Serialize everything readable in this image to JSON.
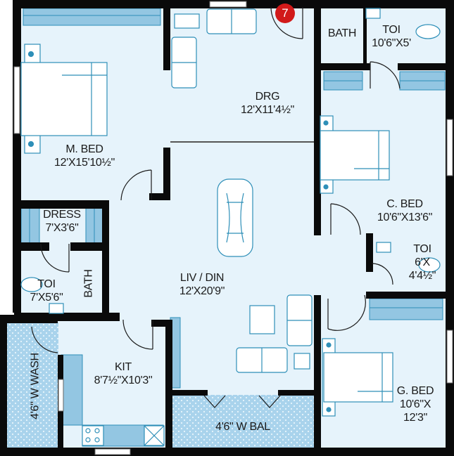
{
  "plan": {
    "unit_badge": "7",
    "colors": {
      "floor": "#e6f3fb",
      "wall": "#0a0a0a",
      "furniture_stroke": "#2e8fb8",
      "wardrobe": "#93c6e2",
      "balcony": "#a9d3ec",
      "badge": "#d11a1a"
    },
    "rooms": [
      {
        "name": "M. BED",
        "size": "12'X15'10½\""
      },
      {
        "name": "DRG",
        "size": "12'X11'4½\""
      },
      {
        "name": "BATH",
        "size": ""
      },
      {
        "name": "TOI",
        "size": "10'6\"X5'"
      },
      {
        "name": "C. BED",
        "size": "10'6\"X13'6\""
      },
      {
        "name": "DRESS",
        "size": "7'X3'6\""
      },
      {
        "name": "TOI",
        "size": "7'X5'6\""
      },
      {
        "name": "BATH",
        "size": ""
      },
      {
        "name": "LIV / DIN",
        "size": "12'X20'9\""
      },
      {
        "name": "TOI",
        "size_line1": "6'X",
        "size_line2": "4'4½\""
      },
      {
        "name": "KIT",
        "size": "8'7½\"X10'3\""
      },
      {
        "name": "4'6\" W WASH",
        "size": ""
      },
      {
        "name": "4'6\" W BAL",
        "size": ""
      },
      {
        "name": "G. BED",
        "size_line1": "10'6\"X",
        "size_line2": "12'3\""
      }
    ]
  }
}
